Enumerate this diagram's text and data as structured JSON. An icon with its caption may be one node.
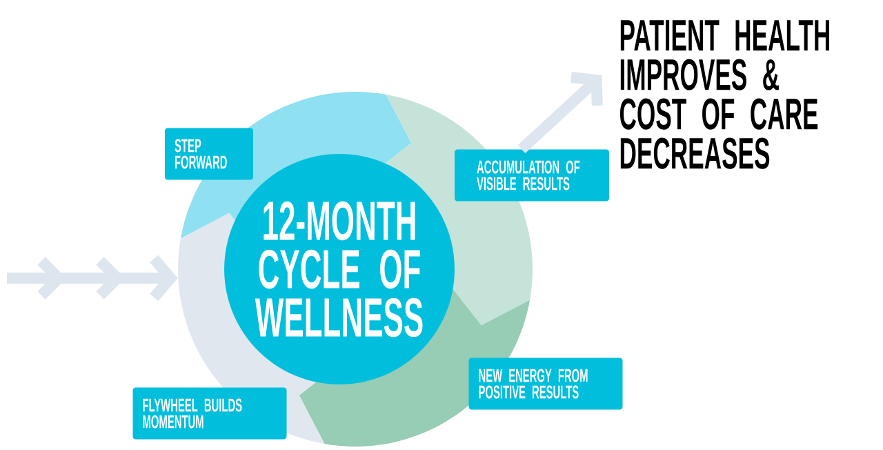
{
  "diagram": {
    "nodes": [
      {
        "text": [],
        "shape": "circle"
      },
      {
        "text": [
          "12-MONTH CYCLE OF WELLNESS"
        ],
        "in": 0
      },
      {
        "text": [
          "STEP FORWARD"
        ]
      },
      {
        "text": [
          "ACCUMULATION OF VISIBLE RESULTS"
        ]
      },
      {
        "text": [
          "NEW ENERGY FROM POSITIVE RESULTS"
        ]
      },
      {
        "text": [
          "FLYWHEEL BUILDS MOMENTUM"
        ]
      },
      {
        "text": [
          "PATIENT HEALTH IMPROVES & COST OF CARE DECREASES"
        ]
      }
    ],
    "edges": [
      {
        "from": null,
        "to": 0,
        "arrow": "to"
      },
      {
        "from": 3,
        "to": 6,
        "arrow": "to"
      }
    ]
  }
}
